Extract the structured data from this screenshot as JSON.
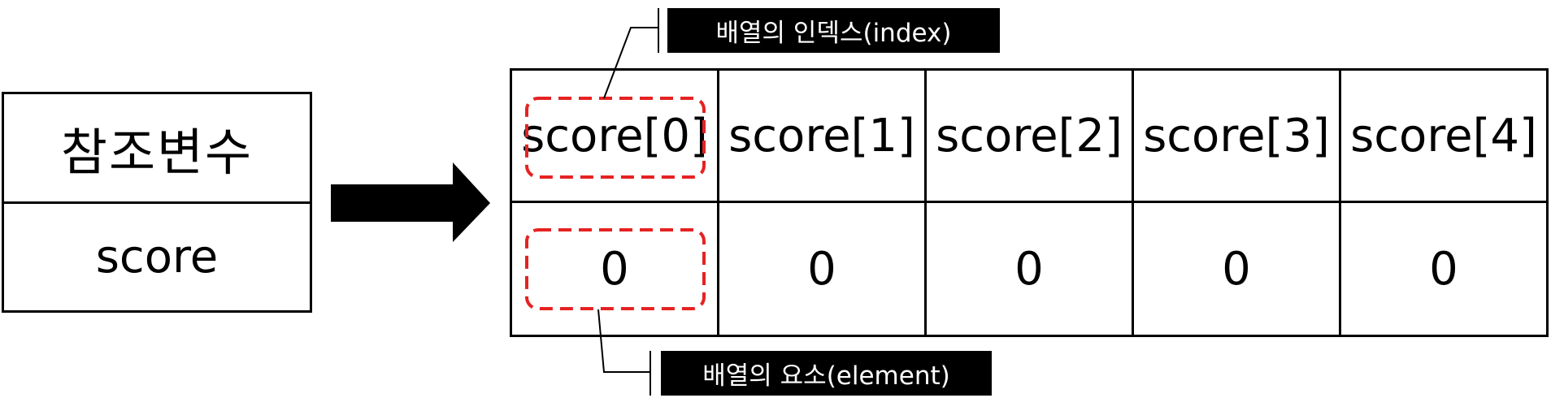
{
  "reference_variable": {
    "header": "참조변수",
    "name": "score"
  },
  "array": {
    "indices": [
      "score[0]",
      "score[1]",
      "score[2]",
      "score[3]",
      "score[4]"
    ],
    "values": [
      "0",
      "0",
      "0",
      "0",
      "0"
    ]
  },
  "callouts": {
    "index_label": "배열의 인덱스(index)",
    "element_label": "배열의 요소(element)"
  },
  "colors": {
    "highlight": "#e52222",
    "ink": "#000000",
    "callout_bg": "#000000",
    "callout_text": "#ffffff"
  }
}
